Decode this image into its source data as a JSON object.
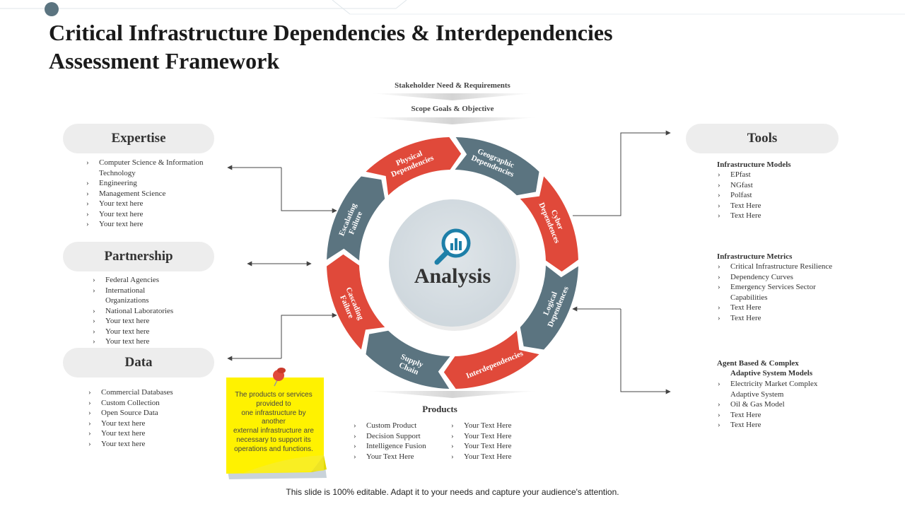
{
  "title_line1": "Critical Infrastructure Dependencies & Interdependencies",
  "title_line2": "Assessment Framework",
  "top_labels": {
    "stakeholder": "Stakeholder Need & Requirements",
    "scope": "Scope Goals & Objective"
  },
  "center": {
    "label": "Analysis",
    "icon": "analytics-magnifier-icon"
  },
  "ring_segments": [
    {
      "line1": "Physical",
      "line2": "Dependencies",
      "color": "#e0493a"
    },
    {
      "line1": "Geographic",
      "line2": "Dependencies",
      "color": "#5b7480"
    },
    {
      "line1": "Cyber",
      "line2": "Dependences",
      "color": "#e0493a"
    },
    {
      "line1": "Logical",
      "line2": "Dependences",
      "color": "#5b7480"
    },
    {
      "line1": "Interdependencies",
      "line2": "",
      "color": "#e0493a"
    },
    {
      "line1": "Supply",
      "line2": "Chain",
      "color": "#5b7480"
    },
    {
      "line1": "Cascading",
      "line2": "Failure",
      "color": "#e0493a"
    },
    {
      "line1": "Escalating",
      "line2": "Failure",
      "color": "#5b7480"
    }
  ],
  "expertise": {
    "title": "Expertise",
    "items": [
      "Computer Science & Information Technology",
      "Engineering",
      "Management Science",
      "Your text here",
      "Your text here",
      "Your text here"
    ]
  },
  "partnership": {
    "title": "Partnership",
    "items": [
      "Federal Agencies",
      "International Organizations",
      "National Laboratories",
      "Your text here",
      "Your text here",
      "Your text here"
    ]
  },
  "data_section": {
    "title": "Data",
    "items": [
      "Commercial Databases",
      "Custom Collection",
      "Open Source Data",
      "Your text here",
      "Your text here",
      "Your text here"
    ]
  },
  "tools": {
    "title": "Tools",
    "groups": [
      {
        "title": "Infrastructure Models",
        "items": [
          "EPfast",
          "NGfast",
          "Polfast",
          "Text Here",
          "Text Here"
        ]
      },
      {
        "title": "Infrastructure Metrics",
        "items": [
          "Critical Infrastructure Resilience",
          "Dependency Curves",
          "Emergency Services Sector Capabilities",
          "Text Here",
          "Text Here"
        ]
      },
      {
        "title_line1": "Agent Based & Complex",
        "title_line2": "Adaptive System Models",
        "items": [
          "Electricity Market Complex Adaptive System",
          "Oil & Gas Model",
          "Text Here",
          "Text Here"
        ]
      }
    ]
  },
  "products": {
    "title": "Products",
    "col1": [
      "Custom Product",
      "Decision Support",
      "Intelligence Fusion",
      "Your Text Here"
    ],
    "col2": [
      "Your Text Here",
      "Your Text Here",
      "Your Text Here",
      "Your Text Here"
    ]
  },
  "sticky_note": {
    "lines": [
      "The products or services",
      "provided to",
      "one infrastructure by",
      "another",
      "external infrastructure  are",
      "necessary to support its",
      "operations and functions."
    ]
  },
  "footer": "This slide is 100% editable. Adapt it to your needs and capture your audience's attention.",
  "colors": {
    "red": "#e0493a",
    "slate": "#5b7480",
    "pill": "#ededed",
    "sticky": "#fff200",
    "icon": "#1e7fa8"
  }
}
